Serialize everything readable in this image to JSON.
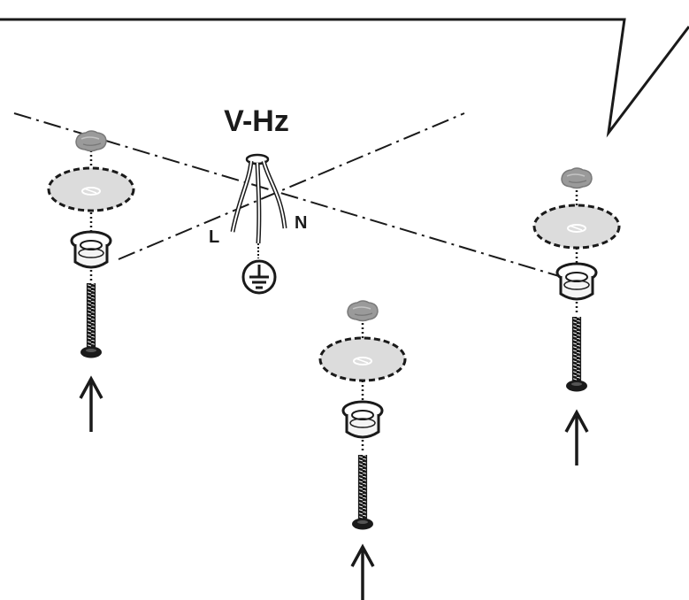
{
  "diagram": {
    "supply_label": "V-Hz",
    "live_label": "L",
    "neutral_label": "N",
    "colors": {
      "ink": "#1a1a1a",
      "plug_fill": "#9a9a9a",
      "washer_fill": "#dcdcdc",
      "background": "#ffffff"
    },
    "icons": [
      "earth-ground-icon",
      "screw-icon",
      "wall-plug-icon",
      "washer-icon",
      "up-arrow-icon",
      "speech-callout"
    ]
  }
}
